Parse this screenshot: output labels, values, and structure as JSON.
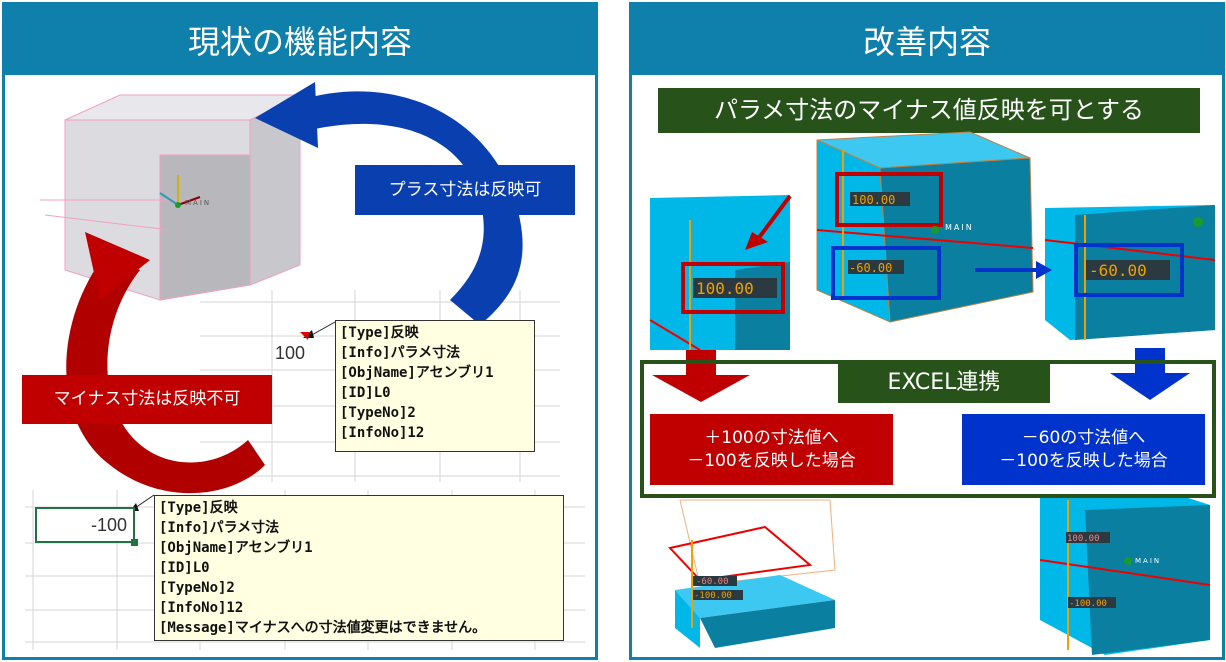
{
  "left_panel": {
    "title": "現状の機能内容",
    "plus_label": "プラス寸法は反映可",
    "minus_label": "マイナス寸法は反映不可",
    "cell_plus": "100",
    "cell_minus": "-100",
    "comment_plus": [
      "[Type]反映",
      "[Info]パラメ寸法",
      "[ObjName]アセンブリ1",
      "[ID]L0",
      "[TypeNo]2",
      "[InfoNo]12"
    ],
    "comment_minus": [
      "[Type]反映",
      "[Info]パラメ寸法",
      "[ObjName]アセンブリ1",
      "[ID]L0",
      "[TypeNo]2",
      "[InfoNo]12",
      "[Message]マイナスへの寸法値変更はできません。"
    ],
    "cad_axis_label": "MAIN"
  },
  "right_panel": {
    "title": "改善内容",
    "banner": "パラメ寸法のマイナス値反映を可とする",
    "dim_plus": "100.00",
    "dim_minus": "-60.00",
    "dim_result": "-100.00",
    "cad_axis_label": "MAIN",
    "excel_label": "EXCEL連携",
    "case_red": [
      "＋100の寸法値へ",
      "－100を反映した場合"
    ],
    "case_blue": [
      "－60の寸法値へ",
      "－100を反映した場合"
    ]
  },
  "colors": {
    "header": "#0f80ab",
    "red": "#c00000",
    "blue": "#0033b0",
    "green": "#27531b",
    "cad_blue": "#00b8e8"
  }
}
